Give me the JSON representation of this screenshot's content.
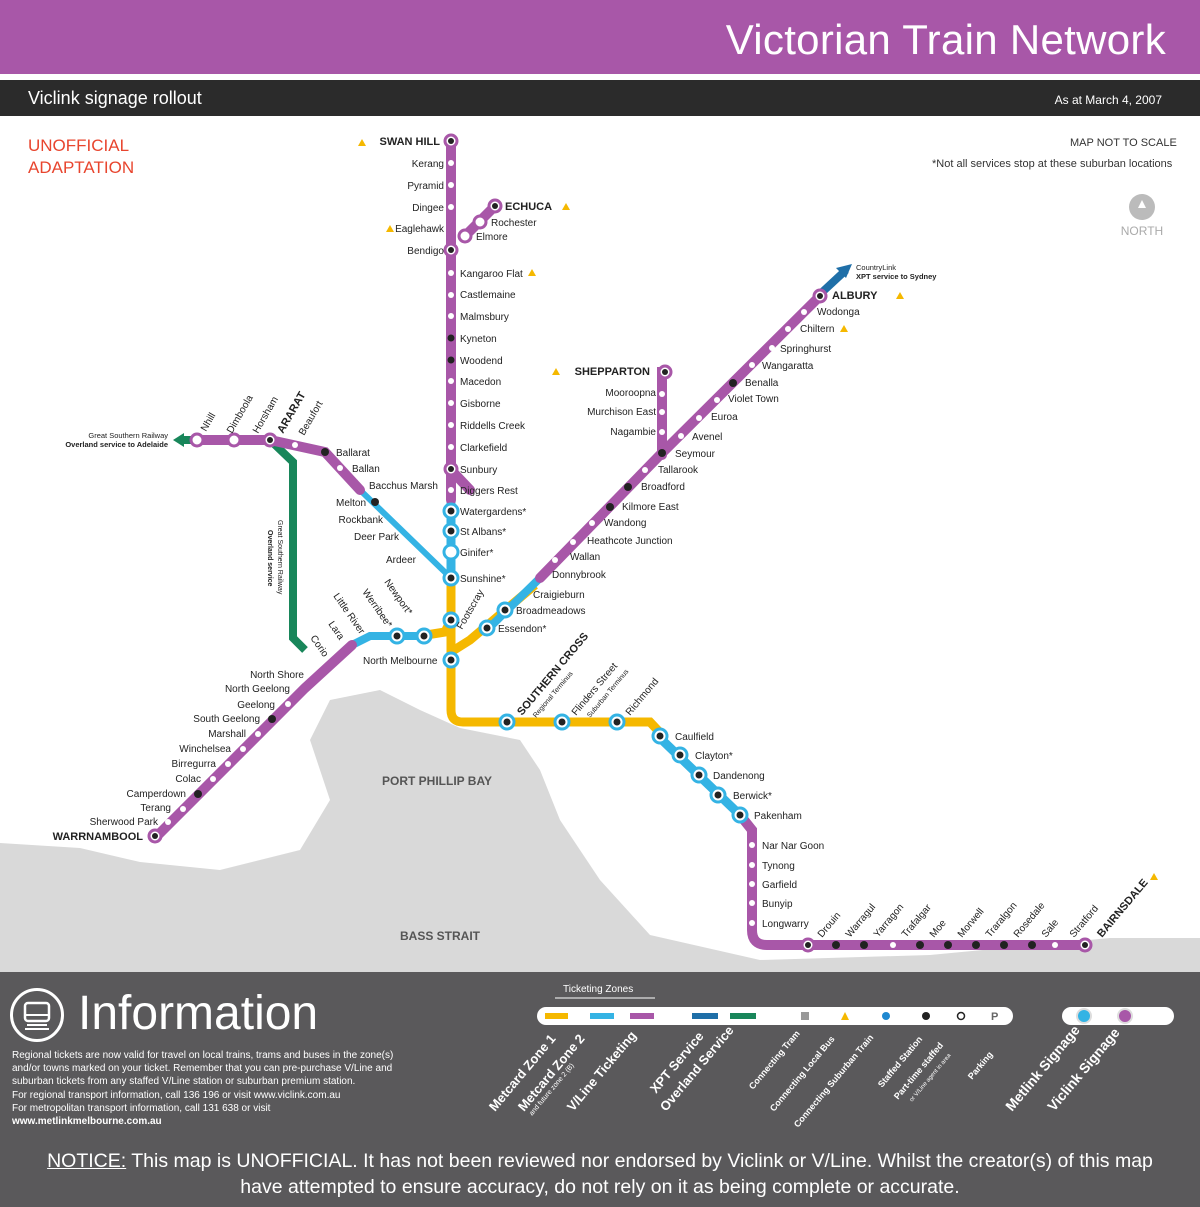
{
  "header": {
    "title": "Victorian Train Network",
    "subtitle": "Viclink signage rollout",
    "date": "As at March 4, 2007"
  },
  "notes": {
    "unofficial_1": "UNOFFICIAL",
    "unofficial_2": "ADAPTATION",
    "scale": "MAP NOT TO SCALE",
    "suburban": "*Not all services stop at these suburban locations",
    "north": "NORTH"
  },
  "colors": {
    "purple": "#a857a8",
    "cyan": "#34b3e4",
    "yellow": "#f5b800",
    "green": "#18865a",
    "xpt_blue": "#1f6fa8",
    "water": "#d9d9d9",
    "dark": "#2b2b2b",
    "info_bg": "#5a595b"
  },
  "water": {
    "port_phillip": "PORT PHILLIP BAY",
    "bass_strait": "BASS STRAIT"
  },
  "services": {
    "great_southern": "Great Southern Railway",
    "adelaide": "Overland service to Adelaide",
    "countrylink": "CountryLink",
    "sydney": "XPT service to Sydney",
    "gsr_vertical": "Great Southern Railway",
    "overland_vertical": "Overland service"
  },
  "stations": {
    "swan_hill": "SWAN HILL",
    "kerang": "Kerang",
    "pyramid": "Pyramid",
    "dingee": "Dingee",
    "eaglehawk": "Eaglehawk",
    "bendigo": "Bendigo",
    "echuca": "ECHUCA",
    "rochester": "Rochester",
    "elmore": "Elmore",
    "kangaroo_flat": "Kangaroo Flat",
    "castlemaine": "Castlemaine",
    "malmsbury": "Malmsbury",
    "kyneton": "Kyneton",
    "woodend": "Woodend",
    "macedon": "Macedon",
    "gisborne": "Gisborne",
    "riddells": "Riddells Creek",
    "clarkefield": "Clarkefield",
    "sunbury": "Sunbury",
    "diggers_rest": "Diggers Rest",
    "watergardens": "Watergardens*",
    "st_albans": "St Albans*",
    "ginifer": "Ginifer*",
    "sunshine": "Sunshine*",
    "albury": "ALBURY",
    "wodonga": "Wodonga",
    "chiltern": "Chiltern",
    "springhurst": "Springhurst",
    "wangaratta": "Wangaratta",
    "benalla": "Benalla",
    "violet_town": "Violet Town",
    "euroa": "Euroa",
    "avenel": "Avenel",
    "seymour": "Seymour",
    "tallarook": "Tallarook",
    "broadford": "Broadford",
    "kilmore_east": "Kilmore East",
    "wandong": "Wandong",
    "heathcote": "Heathcote Junction",
    "wallan": "Wallan",
    "donnybrook": "Donnybrook",
    "craigieburn": "Craigieburn",
    "broadmeadows": "Broadmeadows",
    "essendon": "Essendon*",
    "shepparton": "SHEPPARTON",
    "mooroopna": "Mooroopna",
    "murchison": "Murchison East",
    "nagambie": "Nagambie",
    "nhill": "Nhill",
    "dimboola": "Dimboola",
    "horsham": "Horsham",
    "ararat": "ARARAT",
    "beaufort": "Beaufort",
    "ballarat": "Ballarat",
    "ballan": "Ballan",
    "bacchus": "Bacchus Marsh",
    "melton": "Melton",
    "rockbank": "Rockbank",
    "deer_park": "Deer Park",
    "ardeer": "Ardeer",
    "footscray": "Footscray",
    "north_melbourne": "North Melbourne",
    "southern_cross": "SOUTHERN CROSS",
    "regional_terminus": "Regional Terminus",
    "flinders": "Flinders Street",
    "suburban_terminus": "Suburban Terminus",
    "richmond": "Richmond",
    "newport": "Newport*",
    "werribee": "Werribee*",
    "little_river": "Little River",
    "lara": "Lara",
    "corio": "Corio",
    "north_shore": "North Shore",
    "north_geelong": "North Geelong",
    "geelong": "Geelong",
    "south_geelong": "South Geelong",
    "marshall": "Marshall",
    "winchelsea": "Winchelsea",
    "birregurra": "Birregurra",
    "colac": "Colac",
    "camperdown": "Camperdown",
    "terang": "Terang",
    "sherwood_park": "Sherwood Park",
    "warrnambool": "WARRNAMBOOL",
    "caulfield": "Caulfield",
    "clayton": "Clayton*",
    "dandenong": "Dandenong",
    "berwick": "Berwick*",
    "pakenham": "Pakenham",
    "nar_nar_goon": "Nar Nar Goon",
    "tynong": "Tynong",
    "garfield": "Garfield",
    "bunyip": "Bunyip",
    "longwarry": "Longwarry",
    "drouin": "Drouin",
    "warragul": "Warragul",
    "yarragon": "Yarragon",
    "trafalgar": "Trafalgar",
    "moe": "Moe",
    "morwell": "Morwell",
    "traralgon": "Traralgon",
    "rosedale": "Rosedale",
    "sale": "Sale",
    "stratford": "Stratford",
    "bairnsdale": "BAIRNSDALE"
  },
  "info": {
    "title": "Information",
    "line1": "Regional tickets are now valid for travel on local trains, trams and buses in the zone(s)",
    "line2": "and/or towns marked on your ticket. Remember that you can pre-purchase V/Line and",
    "line3": "suburban tickets from any staffed V/Line station or suburban premium station.",
    "line4": "For regional transport information, call 136 196 or visit www.viclink.com.au",
    "line5": "For metropolitan transport information, call 131 638 or visit",
    "line6": "www.metlinkmelbourne.com.au",
    "notice_label": "NOTICE:",
    "notice_text": " This map is UNOFFICIAL. It has not been reviewed nor endorsed by Viclink or V/Line. Whilst the creator(s) of this map",
    "notice_text2": "have attempted to ensure accuracy, do not rely on it as being complete or accurate."
  },
  "legend": {
    "ticketing_zones": "Ticketing Zones",
    "zone1": "Metcard Zone 1",
    "zone2": "Metcard Zone 2",
    "zone2_sub": "and future zone 2 (B)",
    "vline": "V/Line Ticketing",
    "xpt": "XPT Service",
    "overland": "Overland Service",
    "tram": "Connecting Tram",
    "bus": "Connecting Local Bus",
    "suburban_train": "Connecting Suburban Train",
    "staffed": "Staffed Station",
    "part_time": "Part-time staffed",
    "part_time_sub": "or V/Line agent in area",
    "parking": "Parking",
    "metlink": "Metlink Signage",
    "viclink": "Viclink Signage",
    "parking_symbol": "P"
  }
}
